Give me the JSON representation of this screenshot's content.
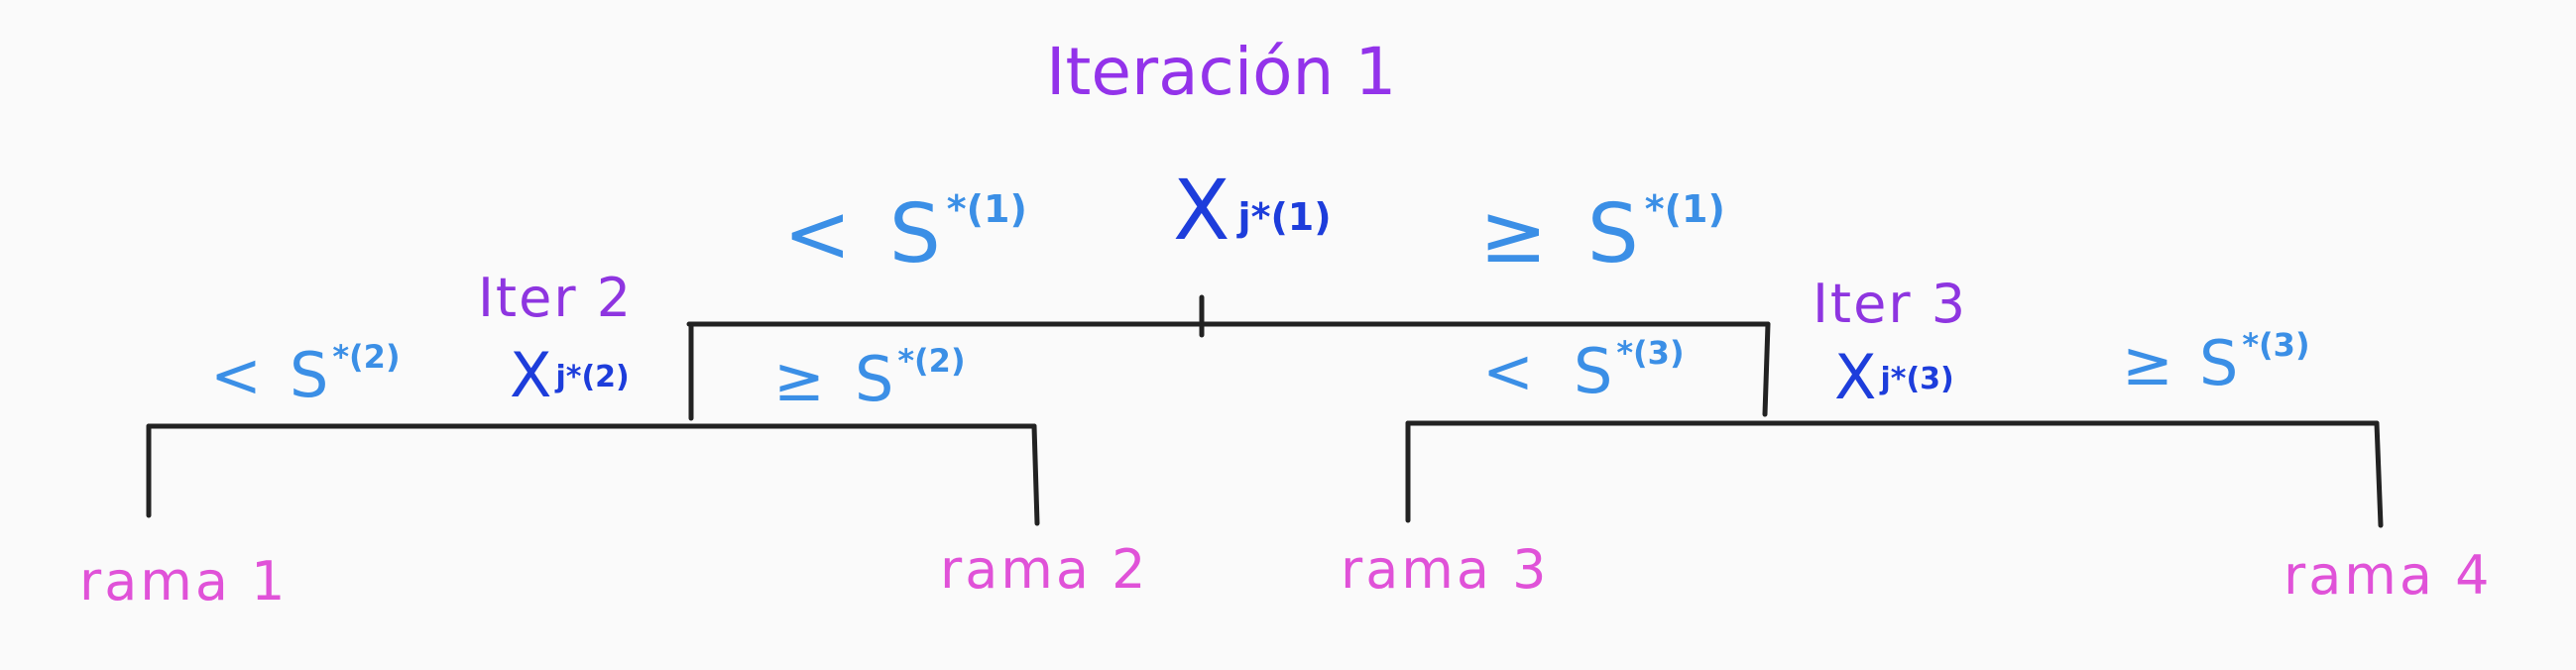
{
  "title": "Iteración 1",
  "colors": {
    "title": "#9333ea",
    "iteration": "#8e35e0",
    "variable": "#1d3ddb",
    "threshold": "#3b8fe6",
    "leaf": "#e052d8",
    "line": "#222222",
    "background": "#fafafa"
  },
  "root": {
    "variable": {
      "base": "X",
      "sub": "j*(1)"
    },
    "left_threshold": {
      "op": "<",
      "s": "S",
      "sup": "*(1)"
    },
    "right_threshold": {
      "op": "≥",
      "s": "S",
      "sup": "*(1)"
    }
  },
  "left_node": {
    "label": "Iter 2",
    "variable": {
      "base": "X",
      "sub": "j*(2)"
    },
    "left_threshold": {
      "op": "<",
      "s": "S",
      "sup": "*(2)"
    },
    "right_threshold": {
      "op": "≥",
      "s": "S",
      "sup": "*(2)"
    }
  },
  "right_node": {
    "label": "Iter 3",
    "variable": {
      "base": "X",
      "sub": "j*(3)"
    },
    "left_threshold": {
      "op": "<",
      "s": "S",
      "sup": "*(3)"
    },
    "right_threshold": {
      "op": "≥",
      "s": "S",
      "sup": "*(3)"
    }
  },
  "leaves": [
    "rama 1",
    "rama 2",
    "rama 3",
    "rama 4"
  ]
}
